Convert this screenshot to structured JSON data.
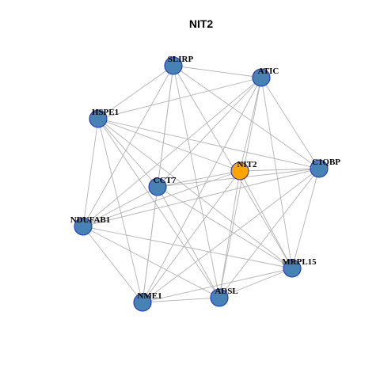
{
  "title": "NIT2",
  "colors": {
    "node_default": "#4682b4",
    "node_highlight": "#ffa500",
    "node_border": "#1f34c7",
    "edge": "#b3b3b3",
    "background": "#ffffff"
  },
  "nodes": [
    {
      "id": "SLIRP",
      "label": "SLIRP",
      "highlight": false
    },
    {
      "id": "ATIC",
      "label": "ATIC",
      "highlight": false
    },
    {
      "id": "HSPE1",
      "label": "HSPE1",
      "highlight": false
    },
    {
      "id": "NIT2",
      "label": "NIT2",
      "highlight": true
    },
    {
      "id": "C1QBP",
      "label": "C1QBP",
      "highlight": false
    },
    {
      "id": "CCT7",
      "label": "CCT7",
      "highlight": false
    },
    {
      "id": "NDUFAB1",
      "label": "NDUFAB1",
      "highlight": false
    },
    {
      "id": "MRPL15",
      "label": "MRPL15",
      "highlight": false
    },
    {
      "id": "ADSL",
      "label": "ADSL",
      "highlight": false
    },
    {
      "id": "NME1",
      "label": "NME1",
      "highlight": false
    }
  ],
  "edges": [
    [
      "SLIRP",
      "ATIC"
    ],
    [
      "SLIRP",
      "HSPE1"
    ],
    [
      "SLIRP",
      "C1QBP"
    ],
    [
      "SLIRP",
      "CCT7"
    ],
    [
      "SLIRP",
      "NDUFAB1"
    ],
    [
      "SLIRP",
      "NME1"
    ],
    [
      "SLIRP",
      "ADSL"
    ],
    [
      "SLIRP",
      "MRPL15"
    ],
    [
      "ATIC",
      "HSPE1"
    ],
    [
      "ATIC",
      "NIT2"
    ],
    [
      "ATIC",
      "C1QBP"
    ],
    [
      "ATIC",
      "CCT7"
    ],
    [
      "ATIC",
      "NDUFAB1"
    ],
    [
      "ATIC",
      "NME1"
    ],
    [
      "ATIC",
      "ADSL"
    ],
    [
      "ATIC",
      "MRPL15"
    ],
    [
      "HSPE1",
      "NIT2"
    ],
    [
      "HSPE1",
      "C1QBP"
    ],
    [
      "HSPE1",
      "NDUFAB1"
    ],
    [
      "HSPE1",
      "NME1"
    ],
    [
      "HSPE1",
      "ADSL"
    ],
    [
      "HSPE1",
      "MRPL15"
    ],
    [
      "HSPE1",
      "CCT7"
    ],
    [
      "NIT2",
      "C1QBP"
    ],
    [
      "NIT2",
      "CCT7"
    ],
    [
      "NIT2",
      "NDUFAB1"
    ],
    [
      "NIT2",
      "MRPL15"
    ],
    [
      "NIT2",
      "ADSL"
    ],
    [
      "NIT2",
      "NME1"
    ],
    [
      "C1QBP",
      "CCT7"
    ],
    [
      "C1QBP",
      "NDUFAB1"
    ],
    [
      "C1QBP",
      "MRPL15"
    ],
    [
      "C1QBP",
      "ADSL"
    ],
    [
      "C1QBP",
      "NME1"
    ],
    [
      "CCT7",
      "NDUFAB1"
    ],
    [
      "CCT7",
      "NME1"
    ],
    [
      "CCT7",
      "ADSL"
    ],
    [
      "CCT7",
      "MRPL15"
    ],
    [
      "NDUFAB1",
      "NME1"
    ],
    [
      "NDUFAB1",
      "ADSL"
    ],
    [
      "NDUFAB1",
      "MRPL15"
    ],
    [
      "MRPL15",
      "ADSL"
    ],
    [
      "MRPL15",
      "NME1"
    ],
    [
      "ADSL",
      "NME1"
    ]
  ]
}
